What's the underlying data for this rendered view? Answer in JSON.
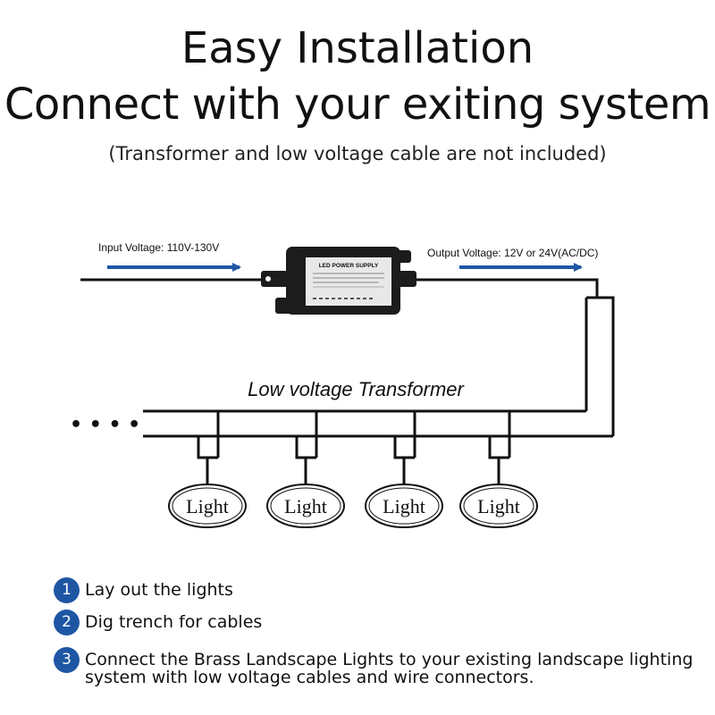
{
  "header": {
    "title_line1": "Easy Installation",
    "title_line2": "Connect with your exiting system",
    "subtitle": "(Transformer and low voltage cable are not included)"
  },
  "diagram": {
    "input_label": "Input Voltage: 110V-130V",
    "output_label": "Output Voltage: 12V or 24V(AC/DC)",
    "device_label": "LED POWER SUPPLY",
    "transformer_label": "Low voltage Transformer",
    "continuation": "• • • •",
    "lights": [
      "Light",
      "Light",
      "Light",
      "Light"
    ],
    "colors": {
      "arrow": "#1f56a4",
      "wire": "#111111",
      "device": "#1c1c1c"
    }
  },
  "steps": [
    {
      "number": "1",
      "text": "Lay out the lights"
    },
    {
      "number": "2",
      "text": "Dig trench for cables"
    },
    {
      "number": "3",
      "text": "Connect the Brass Landscape Lights to your existing landscape lighting system with low voltage cables and wire connectors."
    }
  ]
}
